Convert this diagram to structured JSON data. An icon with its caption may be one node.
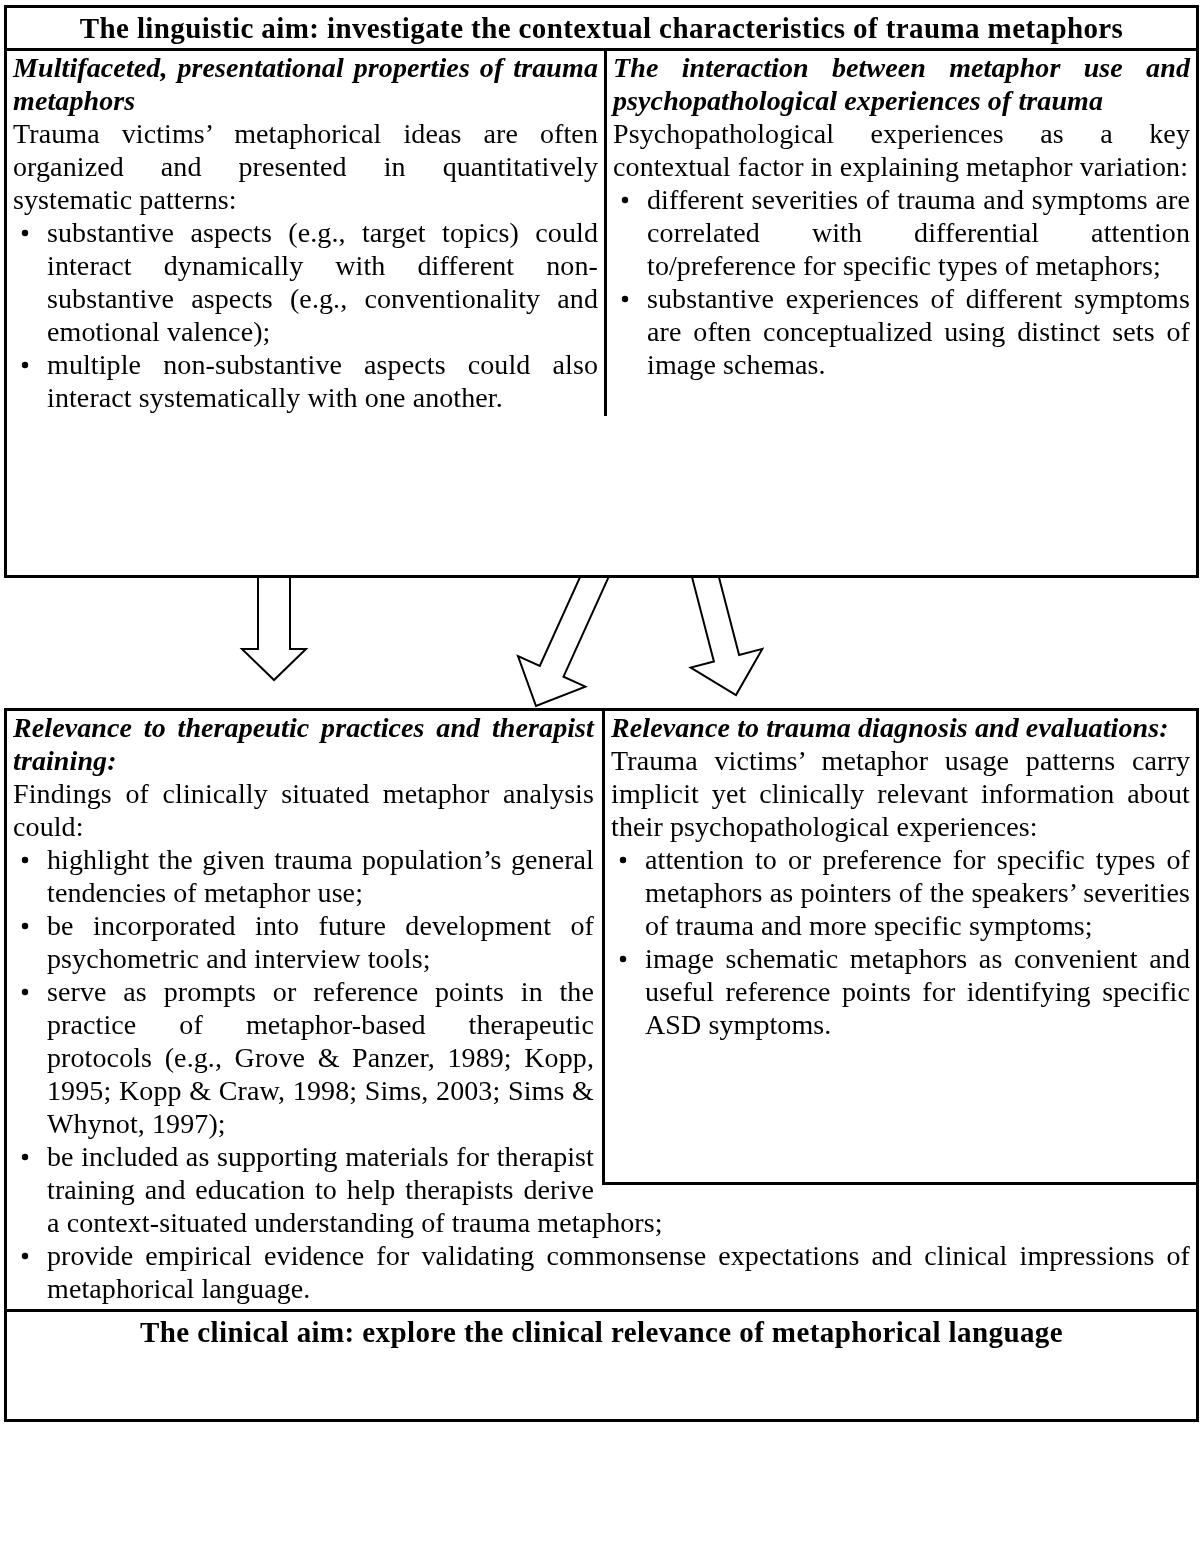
{
  "diagram": {
    "nodes": [
      {
        "text": [
          "The linguistic aim: investigate the contextual characteristics of trauma metaphors"
        ]
      },
      {
        "text": [
          "Multifaceted, presentational properties of trauma metaphors",
          "Trauma victims’ metaphorical ideas are often organized and presented in quantitatively systematic patterns:",
          "substantive aspects (e.g., target topics) could interact dynamically with different non-substantive aspects (e.g., conventionality and emotional valence);",
          "multiple non-substantive aspects could also interact systematically with one another."
        ],
        "in": 0
      },
      {
        "text": [
          "The interaction between metaphor use and psychopathological experiences of trauma",
          "Psychopathological experiences as a key contextual factor in explaining metaphor variation:",
          "different severities of trauma and symptoms are correlated with differential attention to/preference for specific types of metaphors;",
          "substantive experiences of different symptoms are often conceptualized using distinct sets of image schemas."
        ],
        "in": 0
      },
      {
        "text": [
          "The clinical aim: explore the clinical relevance of metaphorical language"
        ]
      },
      {
        "text": [
          "Relevance to therapeutic practices and therapist training:",
          "Findings of clinically situated metaphor analysis could:",
          "highlight the given trauma population’s general tendencies of metaphor use;",
          "be incorporated into future development of psychometric and interview tools;",
          "serve as prompts or reference points in the practice of metaphor-based therapeutic protocols (e.g., Grove & Panzer, 1989; Kopp, 1995; Kopp & Craw, 1998; Sims, 2003; Sims & Whynot, 1997);",
          "be included as supporting materials for therapist training and education to help therapists derive a context-situated understanding of trauma metaphors;",
          "provide empirical evidence for validating commonsense expectations and clinical impressions of metaphorical language."
        ],
        "in": 3
      },
      {
        "text": [
          "Relevance to trauma diagnosis and evaluations:",
          "Trauma victims’ metaphor usage patterns carry implicit yet clinically relevant information about their psychopathological experiences:",
          "attention to or preference for specific types of metaphors as pointers of the speakers’ severities of trauma and more specific symptoms;",
          "image schematic metaphors as convenient and useful reference points for identifying specific ASD symptoms."
        ],
        "in": 4
      }
    ],
    "edges": [
      {
        "from": 1,
        "to": 4,
        "arrow": "to"
      },
      {
        "from": 2,
        "to": 4,
        "arrow": "to"
      },
      {
        "from": 2,
        "to": 5,
        "arrow": "to"
      }
    ]
  }
}
